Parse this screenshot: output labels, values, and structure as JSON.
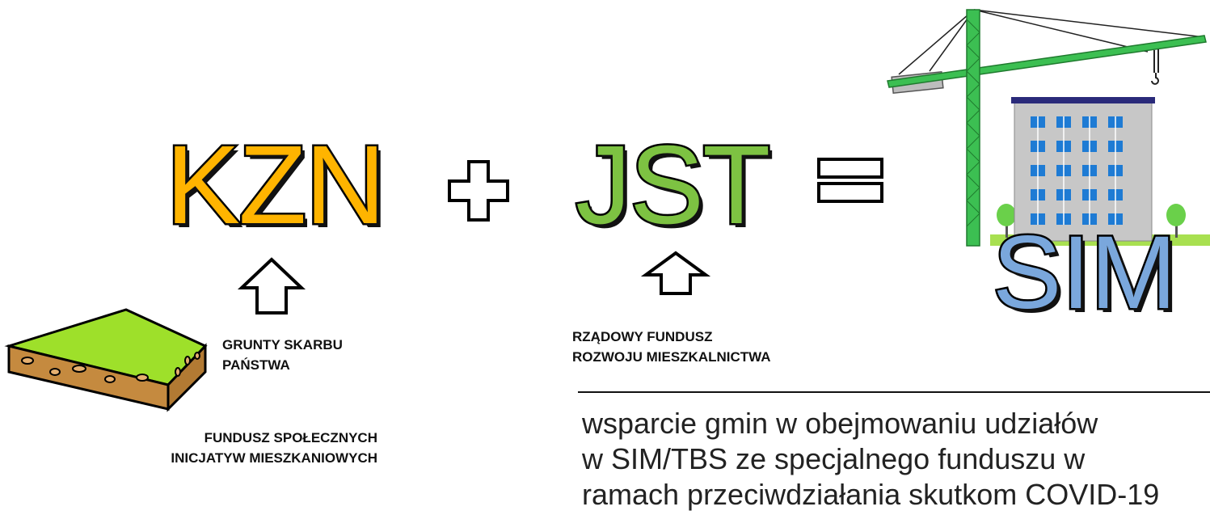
{
  "equation": {
    "term1": "KZN",
    "term2": "JST",
    "result": "SIM",
    "plus_symbol": "plus-icon",
    "equals_symbol": "equals-icon"
  },
  "kzn_sources": {
    "grunty": "GRUNTY SKARBU\nPAŃSTWA",
    "fundusz": "FUNDUSZ SPOŁECZNYCH\nINICJATYW MIESZKANIOWYCH"
  },
  "jst_source": {
    "label": "RZĄDOWY FUNDUSZ\nROZWOJU MIESZKALNICTWA"
  },
  "support_text": "wsparcie gmin w obejmowaniu udziałów\nw SIM/TBS ze specjalnego funduszu w\nramach przeciwdziałania skutkom COVID-19",
  "colors": {
    "kzn": "#ffb400",
    "jst": "#7dc242",
    "sim": "#7aa7dc",
    "land_top": "#9ee02a",
    "land_side": "#c58a3f",
    "crane": "#3cbf52",
    "building": "#c7c7c7"
  },
  "icons": [
    "up-arrow-icon",
    "land-plot-icon",
    "crane-icon",
    "building-icon",
    "tree-icon"
  ]
}
